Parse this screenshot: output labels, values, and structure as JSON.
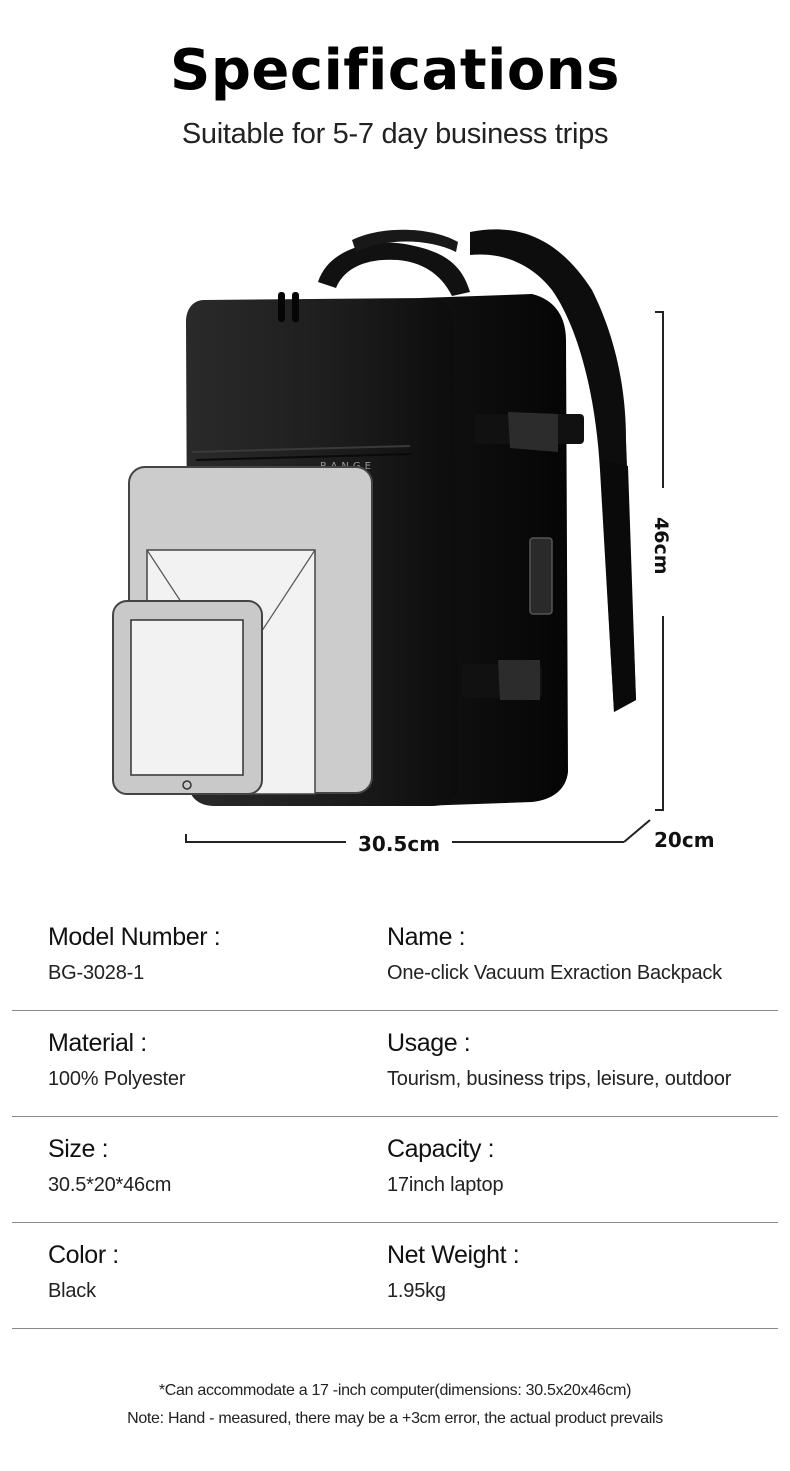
{
  "header": {
    "title": "Specifications",
    "subtitle": "Suitable for 5-7 day business trips"
  },
  "illustration": {
    "brand_mark": "RANGE",
    "width_label": "30.5cm",
    "height_label": "46cm",
    "depth_label": "20cm",
    "icons": [
      "backpack-illustration",
      "laptop-outline-icon",
      "document-outline-icon",
      "tablet-outline-icon"
    ]
  },
  "specs": [
    {
      "left": {
        "label": "Model Number :",
        "value": "BG-3028-1"
      },
      "right": {
        "label": "Name :",
        "value": "One-click Vacuum Exraction Backpack"
      }
    },
    {
      "left": {
        "label": "Material  :",
        "value": "100% Polyester"
      },
      "right": {
        "label": "Usage :",
        "value": "Tourism, business trips, leisure, outdoor"
      }
    },
    {
      "left": {
        "label": "Size :",
        "value": "30.5*20*46cm"
      },
      "right": {
        "label": "Capacity :",
        "value": "17inch laptop"
      }
    },
    {
      "left": {
        "label": "Color :",
        "value": "Black"
      },
      "right": {
        "label": "Net Weight :",
        "value": "1.95kg"
      }
    }
  ],
  "notes": {
    "line1": "*Can accommodate a 17 -inch computer(dimensions: 30.5x20x46cm)",
    "line2": "Note: Hand - measured, there may be a +3cm error, the actual product prevails"
  },
  "colors": {
    "backpack": "#1b1b1b",
    "device_gray": "#cccccc",
    "accent_text": "#111111"
  }
}
